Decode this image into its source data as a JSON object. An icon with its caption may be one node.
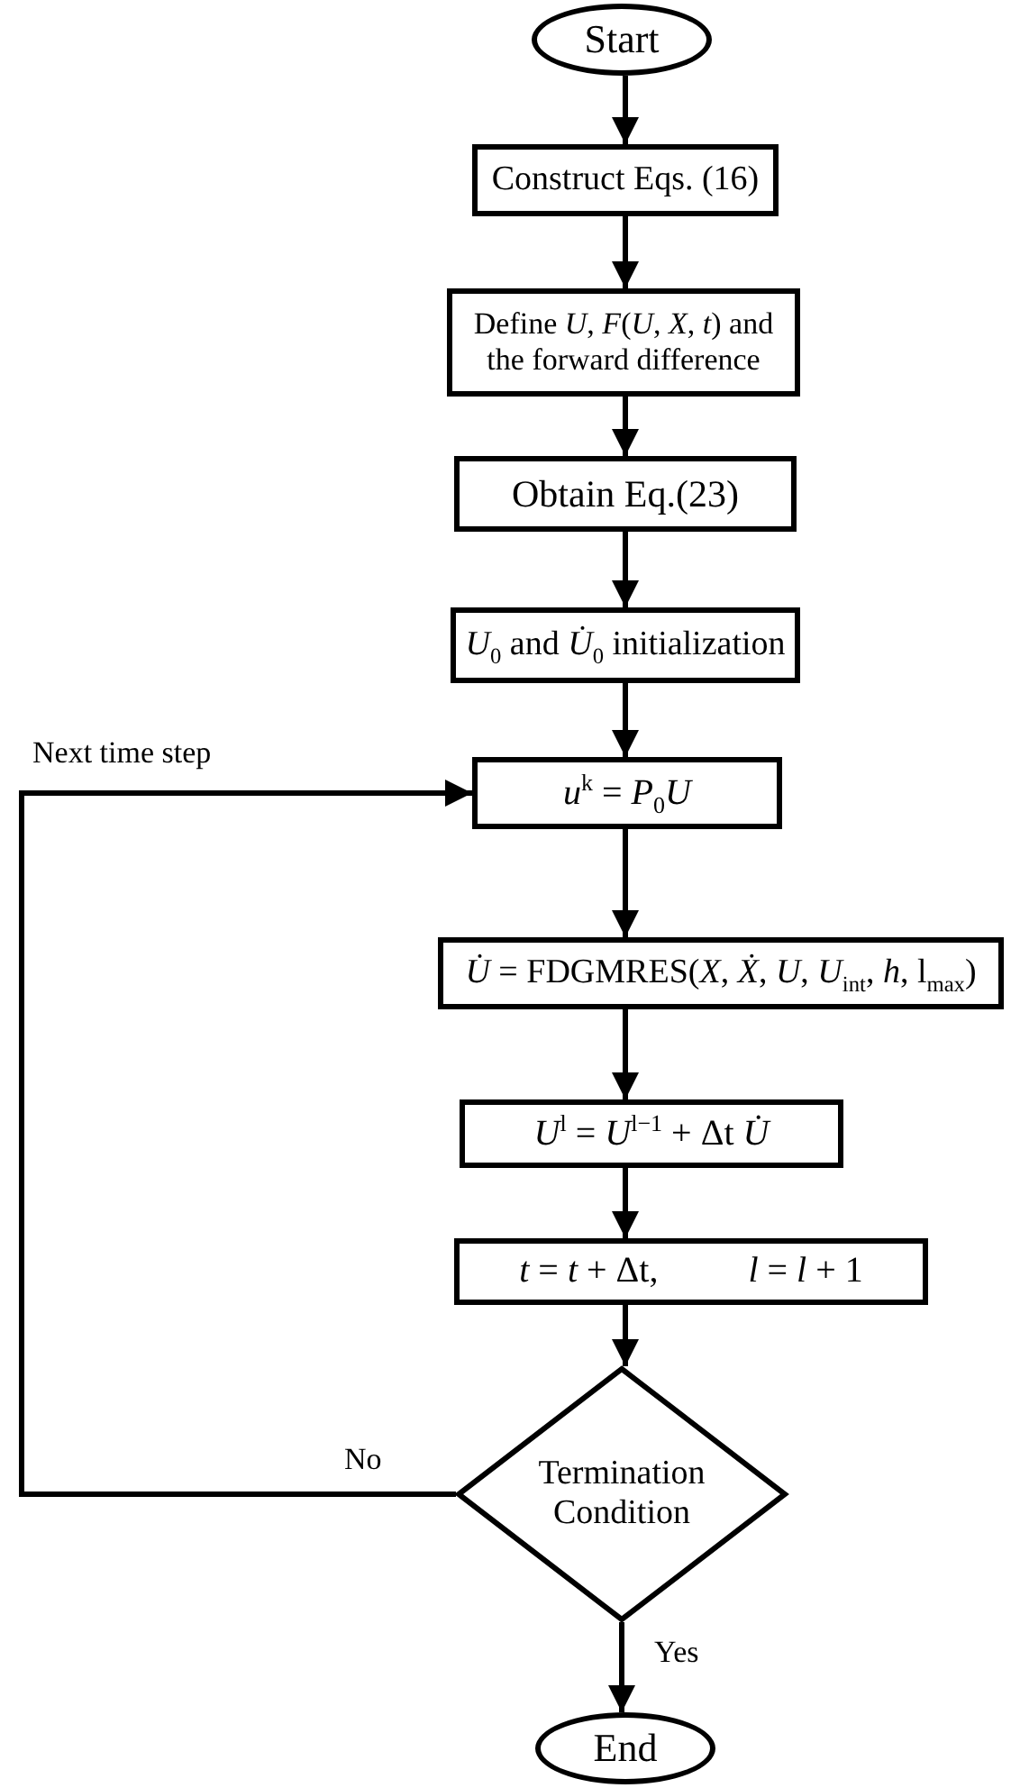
{
  "diagram": {
    "nodes": [
      {
        "text": [
          "Start"
        ]
      },
      {
        "text": [
          "Construct Eqs. (16)"
        ]
      },
      {
        "text": [
          "Define *U*, *F*(*U*, *X*, *t*) and the forward difference"
        ]
      },
      {
        "text": [
          "Obtain Eq.(23)"
        ]
      },
      {
        "text": [
          "*U*$_{0}$ and *U̇*$_{0}$ initialization"
        ]
      },
      {
        "text": [
          "*u*$^{k}$ = *P*$_{0}$*U*"
        ]
      },
      {
        "text": [
          "*U̇* = FDGMRES(*X*, *Ẋ*, *U*, *U*$_{int}$, *h*, l$_{max}$)"
        ]
      },
      {
        "text": [
          "*U*$^{l}$ = *U*$^{l−1}$ + Δt *U̇*"
        ]
      },
      {
        "text": [
          "*t* = *t* + Δt,          *l* = *l* + 1"
        ]
      },
      {
        "text": [
          "Termination Condition"
        ]
      },
      {
        "text": [
          "End"
        ]
      }
    ],
    "edges": [
      {
        "from": 0,
        "to": 1,
        "arrow": "to"
      },
      {
        "from": 1,
        "to": 2,
        "arrow": "to"
      },
      {
        "from": 2,
        "to": 3,
        "arrow": "to"
      },
      {
        "from": 3,
        "to": 4,
        "arrow": "to"
      },
      {
        "from": 4,
        "to": 5,
        "arrow": "to"
      },
      {
        "from": 5,
        "to": 6,
        "arrow": "to"
      },
      {
        "from": 6,
        "to": 7,
        "arrow": "to"
      },
      {
        "from": 7,
        "to": 8,
        "arrow": "to"
      },
      {
        "from": 8,
        "to": 9,
        "arrow": "to"
      },
      {
        "from": 9,
        "to": 5,
        "arrow": "to",
        "label": "No"
      },
      {
        "from": 9,
        "to": 10,
        "arrow": "to",
        "label": "Yes"
      }
    ],
    "labels": [
      "Next time step"
    ]
  }
}
